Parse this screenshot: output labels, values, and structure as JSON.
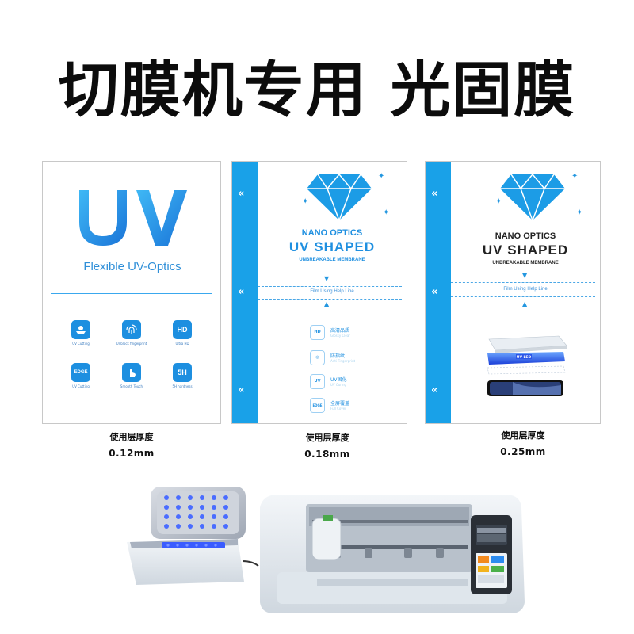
{
  "headline": "切膜机专用 光固膜",
  "cards": [
    {
      "brand_logo_text": "UV",
      "title": "Flexible UV-Optics",
      "features": [
        {
          "icon": "uv-cutting-icon",
          "label": "UV Cutting"
        },
        {
          "icon": "fingerprint-icon",
          "label": "Unblock fingerprint"
        },
        {
          "icon": "hd-icon",
          "glyph": "HD",
          "label": "Ultra HD"
        },
        {
          "icon": "edge-icon",
          "glyph": "EDGE",
          "label": "UV Cutting"
        },
        {
          "icon": "touch-icon",
          "label": "Smooth Touch"
        },
        {
          "icon": "5h-icon",
          "glyph": "5H",
          "label": "5H hardness"
        }
      ],
      "caption_title": "使用层厚度",
      "caption_value": "0.12mm"
    },
    {
      "nano": "NANO OPTICS",
      "uv_shaped": "UV SHAPED",
      "membrane": "UNBREAKABLE MEMBRANE",
      "help_line": "Film Using Help Line",
      "features": [
        {
          "icon": "hd-icon",
          "glyph": "HD",
          "label": "高清品质",
          "sub": "Glossy Clear"
        },
        {
          "icon": "fingerprint-icon",
          "glyph": "◎",
          "label": "防指纹",
          "sub": "Anti-Fingerprint"
        },
        {
          "icon": "uv-curing-icon",
          "glyph": "UV",
          "label": "UV固化",
          "sub": "UV Curing"
        },
        {
          "icon": "edge-icon",
          "glyph": "EDGE",
          "label": "全屏覆盖",
          "sub": "Full Cover"
        }
      ],
      "caption_title": "使用层厚度",
      "caption_value": "0.18mm"
    },
    {
      "nano": "NANO OPTICS",
      "uv_shaped": "UV SHAPED",
      "membrane": "UNBREAKABLE MEMBRANE",
      "help_line": "Film Using Help Line",
      "uv_led": "UV LED",
      "caption_title": "使用层厚度",
      "caption_value": "0.25mm"
    }
  ],
  "colors": {
    "accent": "#19a1e8",
    "uv_light": "#3b5cff",
    "machine_body": "#e8edf2"
  }
}
